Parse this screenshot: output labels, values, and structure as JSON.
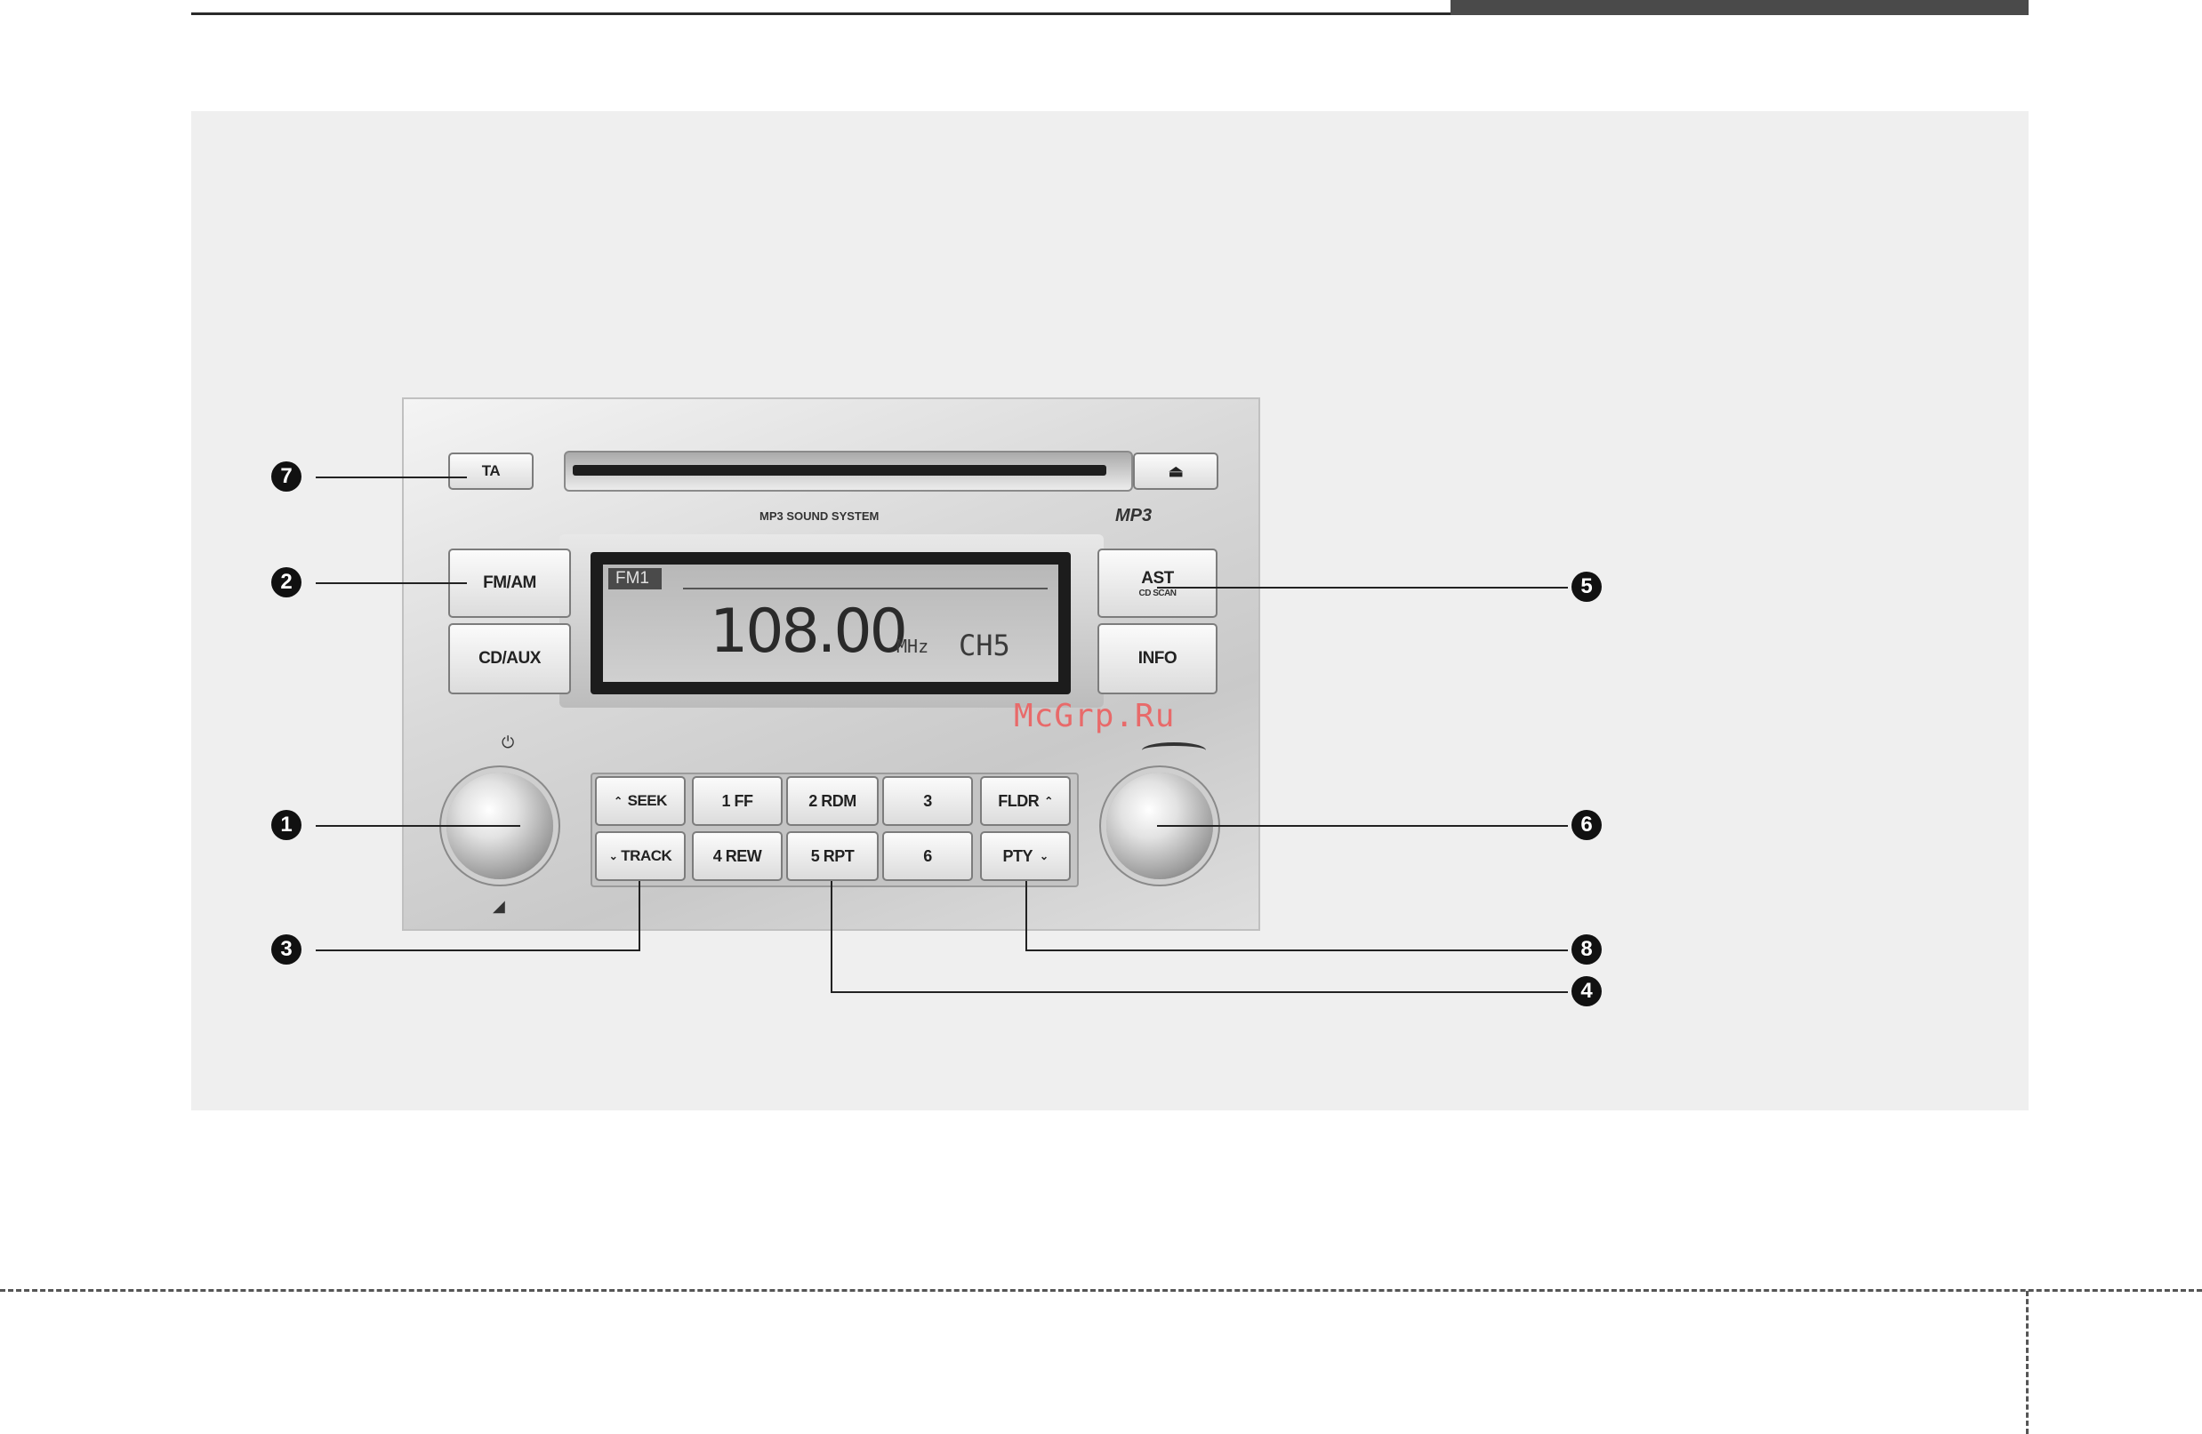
{
  "watermark": "McGrp.Ru",
  "radio": {
    "ta": "TA",
    "system_label": "MP3 SOUND SYSTEM",
    "logo_text": "MP3",
    "fm_am": "FM/AM",
    "cd_aux": "CD/AUX",
    "ast": "AST",
    "cd_scan": "CD SCAN",
    "info": "INFO",
    "display": {
      "band": "FM1",
      "frequency": "108.00",
      "unit": "MHz",
      "channel": "CH5"
    },
    "seek": "SEEK",
    "track": "TRACK",
    "presets": [
      "1 FF",
      "2 RDM",
      "3",
      "4 REW",
      "5 RPT",
      "6"
    ],
    "fldr": "FLDR",
    "pty": "PTY"
  },
  "callouts": [
    "1",
    "2",
    "3",
    "4",
    "5",
    "6",
    "7",
    "8"
  ],
  "icons": [
    "power-icon",
    "volume-icon",
    "eject-icon",
    "seek-up-icon",
    "track-down-icon",
    "fldr-up-icon",
    "pty-down-icon"
  ]
}
